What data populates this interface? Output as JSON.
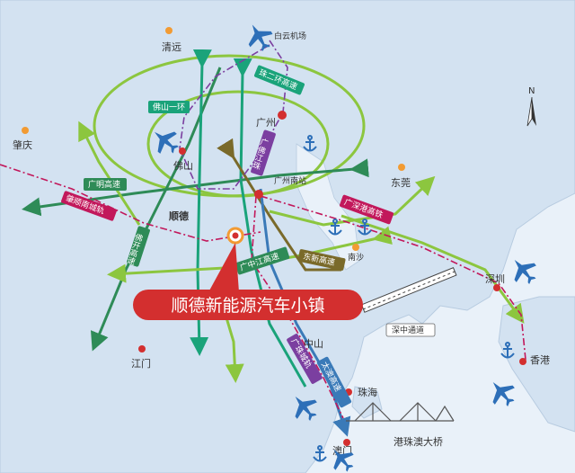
{
  "cities": {
    "qingyuan": "清远",
    "zhaoqing": "肇庆",
    "foshan": "佛山",
    "guangzhou": "广州",
    "shunde": "顺德",
    "dongguan": "东莞",
    "nansha": "南沙",
    "jiangmen": "江门",
    "zhongshan": "中山",
    "zhuhai": "珠海",
    "shenzhen": "深圳",
    "hongkong": "香港",
    "macau": "澳门"
  },
  "places": {
    "baiyun_airport": "白云机场",
    "guangzhou_south_station": "广州南站"
  },
  "roads": {
    "ring2": "珠二环高速",
    "foshan_ring1": "佛山一环",
    "guangfo_jiangzhu": "广佛江珠",
    "guangming": "广明高速",
    "zhaoshun_intercity": "肇顺南城轨",
    "fokai": "佛开高速",
    "guangzhongjiang": "广中江高速",
    "dongxin": "东新高速",
    "guangshengang": "广深港高铁",
    "shenzhong": "深中通道",
    "guangzhu_intercity": "广珠城轨",
    "taiao": "太澳高速",
    "hzmb": "港珠澳大桥"
  },
  "highlight": "顺德新能源汽车小镇",
  "north_label": "N"
}
